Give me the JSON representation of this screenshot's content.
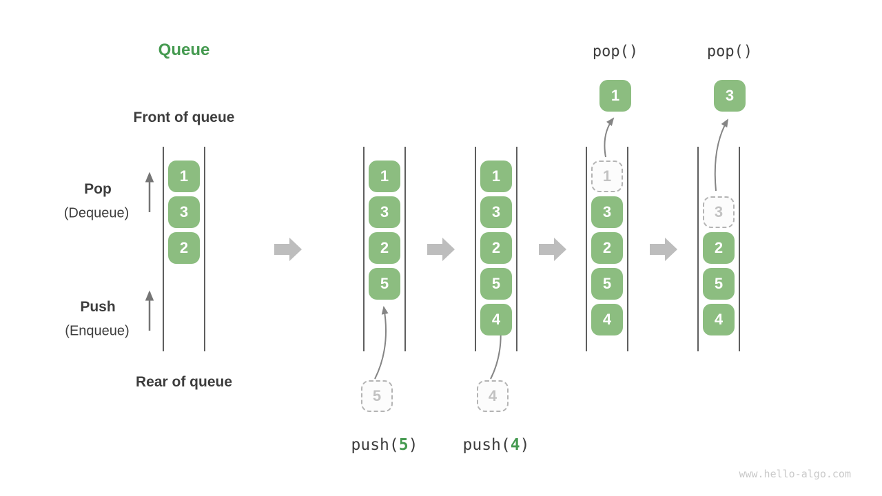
{
  "title": "Queue",
  "watermark": "www.hello-algo.com",
  "side_labels": {
    "front": "Front of queue",
    "rear": "Rear of queue",
    "pop": "Pop",
    "pop_sub": "(Dequeue)",
    "push": "Push",
    "push_sub": "(Enqueue)"
  },
  "colors": {
    "box_green": "#8CBD80",
    "title_green": "#459A50",
    "text_dark": "#3D3D3D",
    "ghost_border": "#B3B3B3",
    "ghost_text": "#C2C2C2",
    "flow_arrow": "#BDBDBD",
    "curve_arrow": "#858585",
    "line_color": "#5E5E5E",
    "watermark": "#C9C9C9"
  },
  "columns": [
    {
      "step": 1,
      "cells": [
        {
          "slot": 0,
          "value": "1",
          "variant": "solid"
        },
        {
          "slot": 1,
          "value": "3",
          "variant": "solid"
        },
        {
          "slot": 2,
          "value": "2",
          "variant": "solid"
        }
      ]
    },
    {
      "step": 2,
      "cells": [
        {
          "slot": 0,
          "value": "1",
          "variant": "solid"
        },
        {
          "slot": 1,
          "value": "3",
          "variant": "solid"
        },
        {
          "slot": 2,
          "value": "2",
          "variant": "solid"
        },
        {
          "slot": 3,
          "value": "5",
          "variant": "solid"
        }
      ]
    },
    {
      "step": 3,
      "cells": [
        {
          "slot": 0,
          "value": "1",
          "variant": "solid"
        },
        {
          "slot": 1,
          "value": "3",
          "variant": "solid"
        },
        {
          "slot": 2,
          "value": "2",
          "variant": "solid"
        },
        {
          "slot": 3,
          "value": "5",
          "variant": "solid"
        },
        {
          "slot": 4,
          "value": "4",
          "variant": "solid"
        }
      ]
    },
    {
      "step": 4,
      "cells": [
        {
          "slot": 0,
          "value": "1",
          "variant": "ghost"
        },
        {
          "slot": 1,
          "value": "3",
          "variant": "solid"
        },
        {
          "slot": 2,
          "value": "2",
          "variant": "solid"
        },
        {
          "slot": 3,
          "value": "5",
          "variant": "solid"
        },
        {
          "slot": 4,
          "value": "4",
          "variant": "solid"
        }
      ],
      "popped": {
        "label": "pop()",
        "value": "1"
      }
    },
    {
      "step": 5,
      "cells": [
        {
          "slot": 1,
          "value": "3",
          "variant": "ghost"
        },
        {
          "slot": 2,
          "value": "2",
          "variant": "solid"
        },
        {
          "slot": 3,
          "value": "5",
          "variant": "solid"
        },
        {
          "slot": 4,
          "value": "4",
          "variant": "solid"
        }
      ],
      "popped": {
        "label": "pop()",
        "value": "3"
      }
    }
  ],
  "push_ops": [
    {
      "ghost_value": "5",
      "label_prefix": "push(",
      "label_arg": "5",
      "label_suffix": ")"
    },
    {
      "ghost_value": "4",
      "label_prefix": "push(",
      "label_arg": "4",
      "label_suffix": ")"
    }
  ]
}
